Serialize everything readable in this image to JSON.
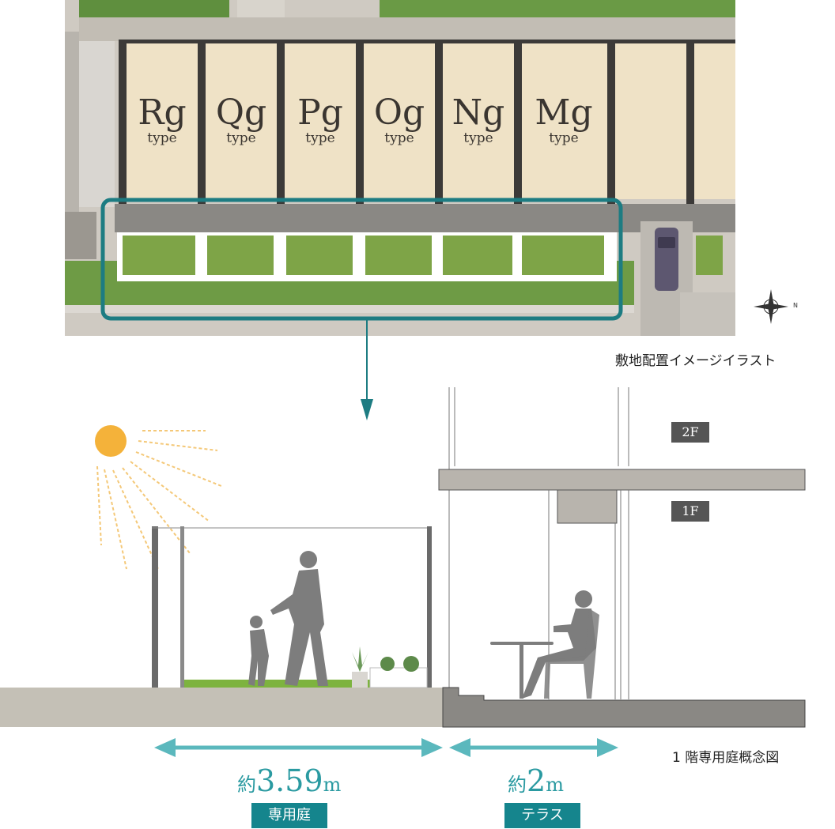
{
  "units": [
    {
      "code": "Rg",
      "type": "type"
    },
    {
      "code": "Qg",
      "type": "type"
    },
    {
      "code": "Pg",
      "type": "type"
    },
    {
      "code": "Og",
      "type": "type"
    },
    {
      "code": "Ng",
      "type": "type"
    },
    {
      "code": "Mg",
      "type": "type"
    }
  ],
  "site_caption": "敷地配置イメージイラスト",
  "section_caption": "1 階専用庭概念図",
  "floors": {
    "upper": "2F",
    "lower": "1F"
  },
  "compass_mark": "N",
  "garden": {
    "prefix": "約",
    "value": "3.59",
    "unit": "m",
    "label": "専用庭"
  },
  "terrace": {
    "prefix": "約",
    "value": "2",
    "unit": "m",
    "label": "テラス"
  },
  "colors": {
    "highlight": "#1d7c82",
    "arrow": "#5bb8bd",
    "badge": "#15858d",
    "lawn": "#7ea447",
    "floor_plan": "#efe2c6"
  }
}
